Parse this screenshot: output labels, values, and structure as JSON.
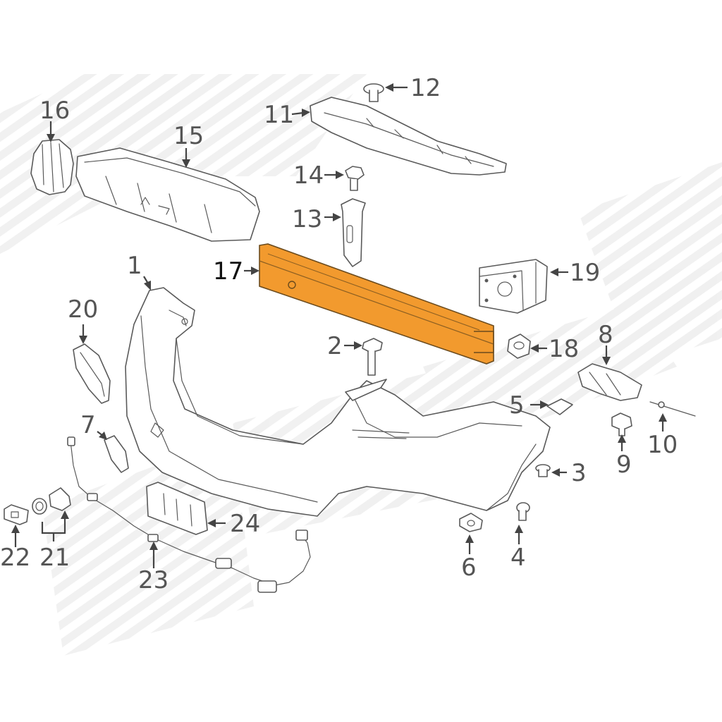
{
  "colors": {
    "highlight_part": "#F29A2E",
    "line": "#5a5a5a",
    "label": "#555555",
    "watermark": "#eeeeee"
  },
  "callouts": [
    {
      "id": "1",
      "label": "1"
    },
    {
      "id": "2",
      "label": "2"
    },
    {
      "id": "3",
      "label": "3"
    },
    {
      "id": "4",
      "label": "4"
    },
    {
      "id": "5",
      "label": "5"
    },
    {
      "id": "6",
      "label": "6"
    },
    {
      "id": "7",
      "label": "7"
    },
    {
      "id": "8",
      "label": "8"
    },
    {
      "id": "9",
      "label": "9"
    },
    {
      "id": "10",
      "label": "10"
    },
    {
      "id": "11",
      "label": "11"
    },
    {
      "id": "12",
      "label": "12"
    },
    {
      "id": "13",
      "label": "13"
    },
    {
      "id": "14",
      "label": "14"
    },
    {
      "id": "15",
      "label": "15"
    },
    {
      "id": "16",
      "label": "16"
    },
    {
      "id": "17",
      "label": "17",
      "highlighted": true
    },
    {
      "id": "18",
      "label": "18"
    },
    {
      "id": "19",
      "label": "19"
    },
    {
      "id": "20",
      "label": "20"
    },
    {
      "id": "21",
      "label": "21"
    },
    {
      "id": "22",
      "label": "22"
    },
    {
      "id": "23",
      "label": "23"
    },
    {
      "id": "24",
      "label": "24"
    }
  ]
}
